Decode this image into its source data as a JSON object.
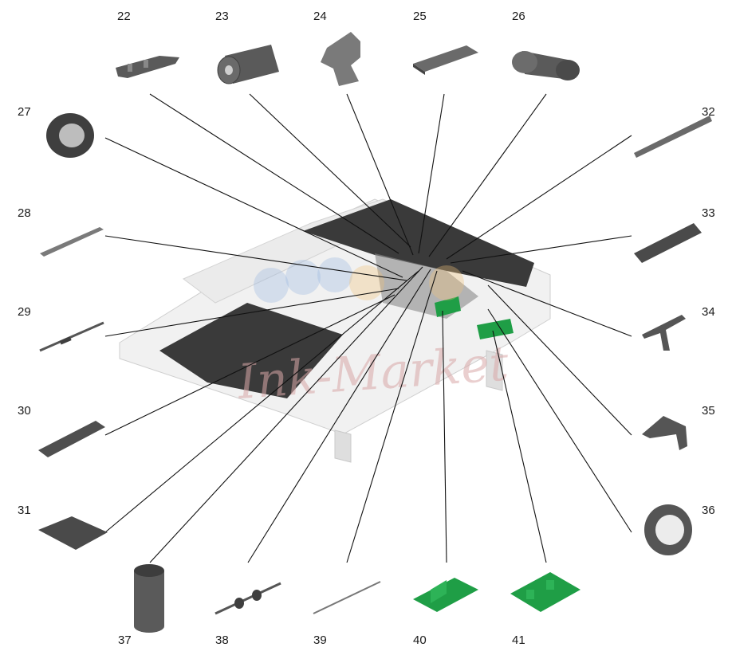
{
  "watermark": "Ink-Market",
  "colors": {
    "part_dark": "#555555",
    "part_mid": "#777777",
    "pcb_green": "#1f9e46",
    "scanner_glass": "#3a3a3a",
    "ghost_body": "#e6e6e6"
  },
  "callouts": [
    {
      "id": "22",
      "label": "22",
      "part": "bracket"
    },
    {
      "id": "23",
      "label": "23",
      "part": "roller"
    },
    {
      "id": "24",
      "label": "24",
      "part": "separation-pad"
    },
    {
      "id": "25",
      "label": "25",
      "part": "cover-plate"
    },
    {
      "id": "26",
      "label": "26",
      "part": "roller-sleeve"
    },
    {
      "id": "27",
      "label": "27",
      "part": "gear-ring"
    },
    {
      "id": "28",
      "label": "28",
      "part": "rod"
    },
    {
      "id": "29",
      "label": "29",
      "part": "shaft"
    },
    {
      "id": "30",
      "label": "30",
      "part": "guide"
    },
    {
      "id": "31",
      "label": "31",
      "part": "pad"
    },
    {
      "id": "32",
      "label": "32",
      "part": "rail"
    },
    {
      "id": "33",
      "label": "33",
      "part": "housing"
    },
    {
      "id": "34",
      "label": "34",
      "part": "lever"
    },
    {
      "id": "35",
      "label": "35",
      "part": "clip"
    },
    {
      "id": "36",
      "label": "36",
      "part": "bushing"
    },
    {
      "id": "37",
      "label": "37",
      "part": "tube"
    },
    {
      "id": "38",
      "label": "38",
      "part": "roller-shaft"
    },
    {
      "id": "39",
      "label": "39",
      "part": "spring-wire"
    },
    {
      "id": "40",
      "label": "40",
      "part": "sensor-board"
    },
    {
      "id": "41",
      "label": "41",
      "part": "control-board"
    }
  ]
}
